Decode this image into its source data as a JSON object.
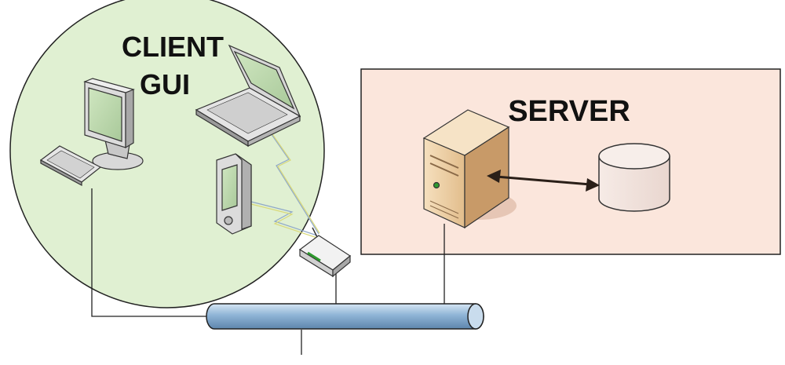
{
  "client": {
    "title_line1": "CLIENT",
    "title_line2": "GUI",
    "region_color": "#e0f0d2"
  },
  "server": {
    "title": "SERVER",
    "region_color": "#fbe6dc"
  },
  "icons": {
    "desktop": "desktop-computer-icon",
    "laptop": "laptop-icon",
    "pda": "pda-icon",
    "router": "wireless-router-icon",
    "server": "server-tower-icon",
    "database": "database-icon",
    "bus": "network-bus-icon"
  },
  "colors": {
    "bus": "#8fb4d6",
    "server_box": "#e8c69a",
    "database": "#f3e4de",
    "line": "#222222"
  }
}
